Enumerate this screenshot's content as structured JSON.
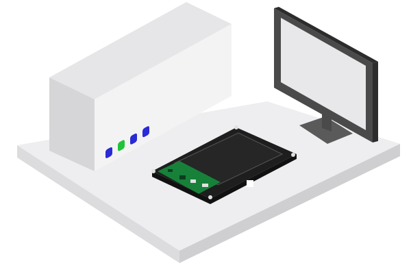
{
  "scene": {
    "objects": [
      "platform",
      "server-tower",
      "hard-drive",
      "monitor"
    ]
  },
  "colors": {
    "background": "#ffffff",
    "platform_top": "#eeeef0",
    "platform_side_left": "#dcdcde",
    "platform_side_right": "#cfcfd2",
    "tower_front": "#f3f3f4",
    "tower_top": "#e6e6e8",
    "tower_side": "#d6d6d9",
    "led_blue": "#2a2ad6",
    "led_green": "#1fc43a",
    "drive_body": "#1e1e1e",
    "drive_pcb": "#17813a",
    "monitor_bezel": "#4a4a4a",
    "monitor_screen": "#e8e8ea",
    "monitor_stand": "#5a5a5a"
  },
  "server_tower": {
    "leds": [
      {
        "color": "blue",
        "state": "on"
      },
      {
        "color": "green",
        "state": "on"
      },
      {
        "color": "blue",
        "state": "on"
      },
      {
        "color": "blue",
        "state": "on"
      }
    ]
  },
  "hard_drive": {
    "label_visible": false,
    "screws": 4
  },
  "monitor": {
    "screen_state": "blank"
  }
}
